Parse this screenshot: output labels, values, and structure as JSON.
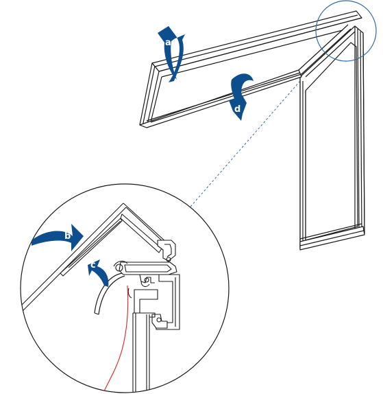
{
  "labels": {
    "a": "a",
    "b": "b",
    "c": "c",
    "d": "d"
  },
  "colors": {
    "arrow": "#0d4f8e",
    "line": "#1a1a1a",
    "detail_circle": "#2d6aa6",
    "leader_line": "#2d6aa6",
    "wire": "#e02020"
  }
}
